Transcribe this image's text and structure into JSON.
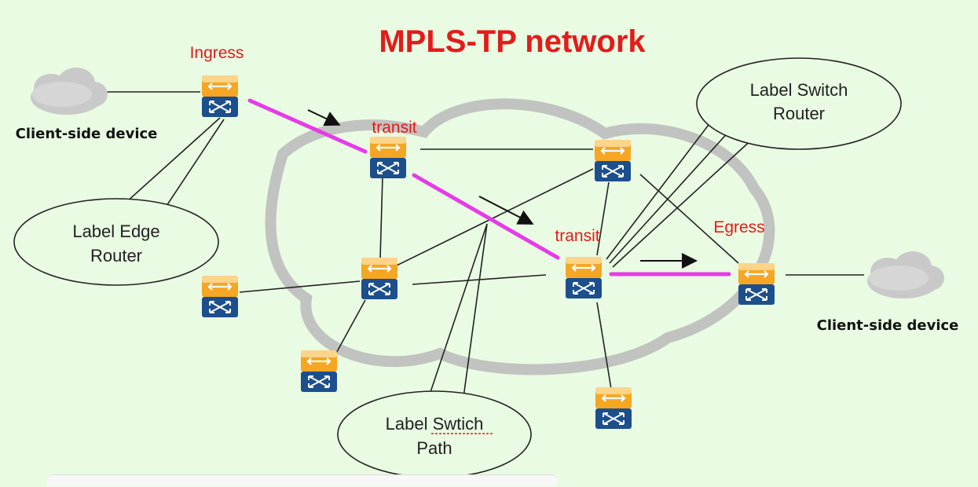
{
  "title": "MPLS-TP network",
  "colors": {
    "background": "#e9fbe2",
    "title": "#e31b1b",
    "label_red": "#e31b1b",
    "lsp": "#e63be8",
    "router_top": "#f5a623",
    "router_bottom": "#1d4f8c",
    "cloud": "#bdbdbd"
  },
  "labels": {
    "ingress": "Ingress",
    "transit_1": "transit",
    "transit_2": "transit",
    "egress": "Egress",
    "client_left": "Client-side device",
    "client_right": "Client-side device"
  },
  "callouts": {
    "ler": [
      "Label Edge",
      "Router"
    ],
    "lsr": [
      "Label Switch",
      "Router"
    ],
    "lsp": [
      "Label Swtich",
      "Path"
    ]
  },
  "icons": {
    "router": "router-switch-icon",
    "client": "cloud-icon",
    "direction": "arrow-right-icon"
  }
}
